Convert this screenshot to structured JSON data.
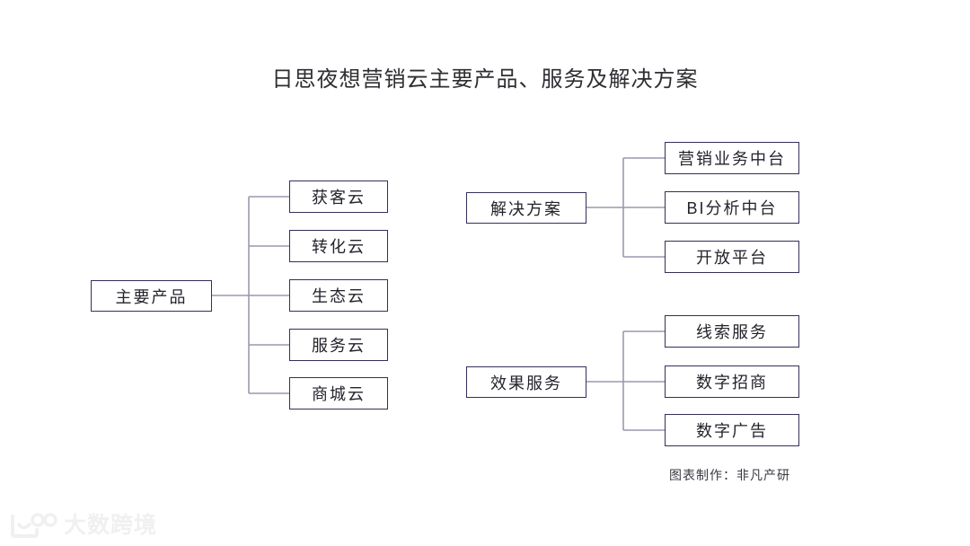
{
  "page": {
    "title": "日思夜想营销云主要产品、服务及解决方案",
    "credit": "图表制作：非凡产研",
    "background_color": "#ffffff"
  },
  "style": {
    "box_border_color": "#32305a",
    "connector_color": "#9a99ae",
    "text_color": "#23232b",
    "title_color": "#2e2e33"
  },
  "watermark": {
    "text": "大数跨境",
    "icon": "smiley-circles-logo-icon",
    "color": "#f0f0f1"
  },
  "chart_data": {
    "type": "diagram",
    "diagram_type": "organization-tree",
    "title": "日思夜想营销云主要产品、服务及解决方案",
    "branches": [
      {
        "id": "products",
        "root": "主要产品",
        "children": [
          "获客云",
          "转化云",
          "生态云",
          "服务云",
          "商城云"
        ]
      },
      {
        "id": "solutions",
        "root": "解决方案",
        "children": [
          "营销业务中台",
          "BI分析中台",
          "开放平台"
        ]
      },
      {
        "id": "effect-services",
        "root": "效果服务",
        "children": [
          "线索服务",
          "数字招商",
          "数字广告"
        ]
      }
    ]
  }
}
